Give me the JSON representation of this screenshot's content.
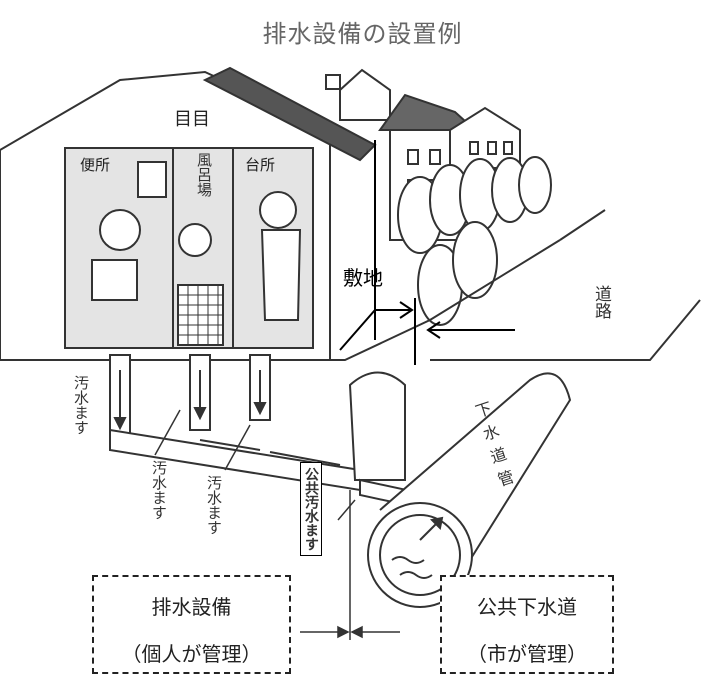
{
  "title": "排水設備の設置例",
  "house_sign": "目目",
  "rooms": {
    "toilet": "便所",
    "bath": "風呂場",
    "kitchen": "台所"
  },
  "labels": {
    "site": "敷地",
    "road": "道路",
    "sewer_pipe": "下水道管",
    "private_sewage_box": "汚水ます",
    "public_sewage_box": "公共汚水ます"
  },
  "boxes": {
    "drainage": {
      "title": "排水設備",
      "sub": "（個人が管理）"
    },
    "public": {
      "title": "公共下水道",
      "sub": "（市が管理）"
    }
  }
}
